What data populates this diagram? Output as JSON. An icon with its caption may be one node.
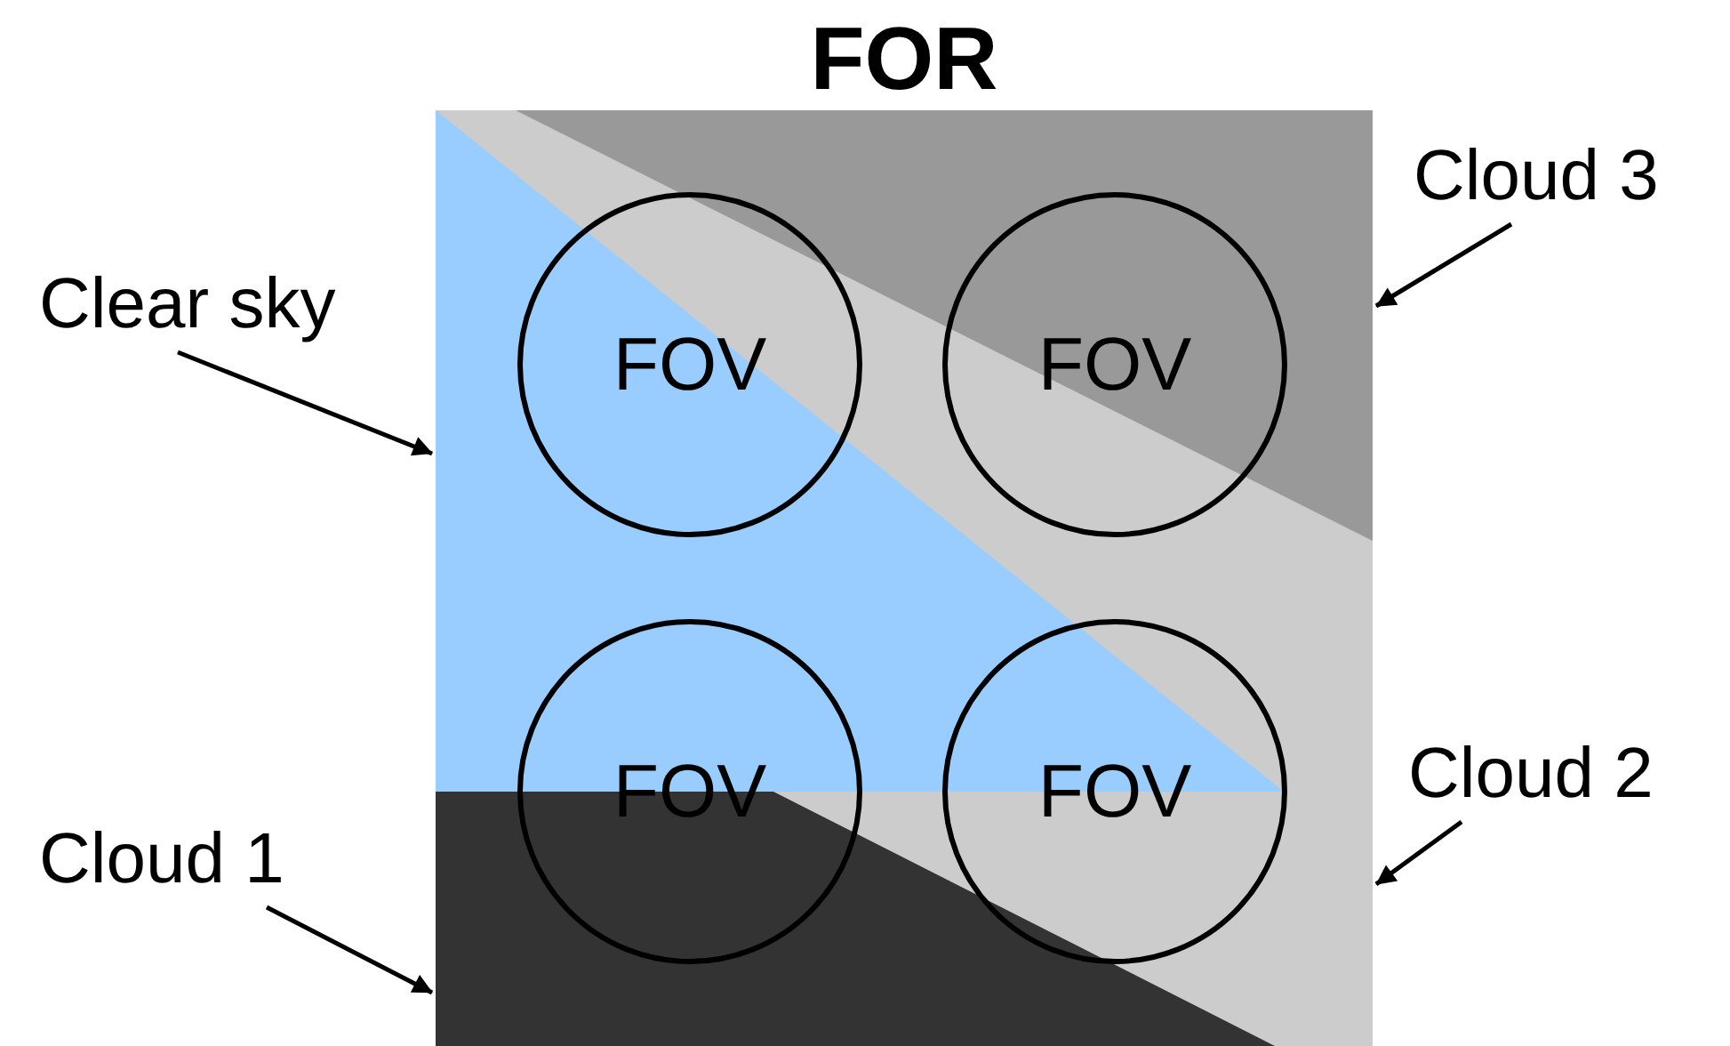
{
  "diagram": {
    "nodes": [
      {
        "text": [
          "FOR"
        ]
      },
      {
        "text": [
          "FOV"
        ],
        "in": 0
      },
      {
        "text": [
          "FOV"
        ],
        "in": 0
      },
      {
        "text": [
          "FOV"
        ],
        "in": 0
      },
      {
        "text": [
          "FOV"
        ],
        "in": 0
      },
      {
        "text": [
          "Clear sky"
        ]
      },
      {
        "text": [
          "Cloud 3"
        ]
      },
      {
        "text": [
          "Cloud 2"
        ]
      },
      {
        "text": [
          "Cloud 1"
        ]
      }
    ],
    "edges": [
      {
        "from": 5,
        "to": 0,
        "arrow": "to"
      },
      {
        "from": 6,
        "to": 0,
        "arrow": "to"
      },
      {
        "from": 7,
        "to": 0,
        "arrow": "to"
      },
      {
        "from": 8,
        "to": 0,
        "arrow": "to"
      }
    ]
  }
}
